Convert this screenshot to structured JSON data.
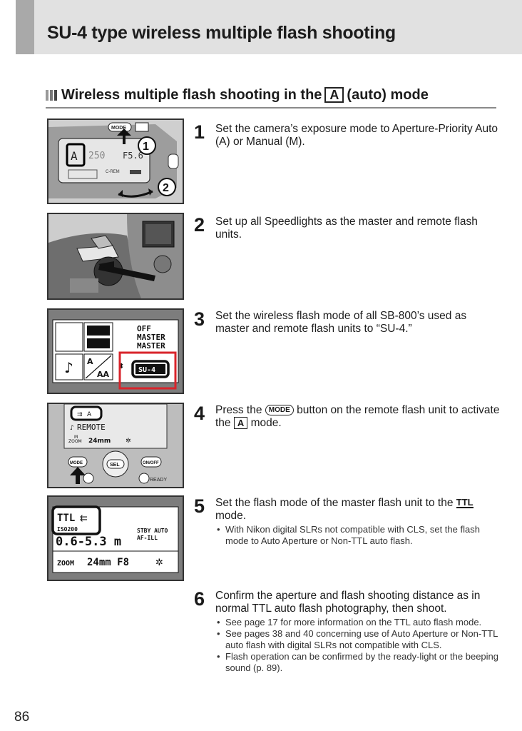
{
  "header": {
    "title": "SU-4 type wireless multiple flash shooting"
  },
  "section": {
    "prefix": "Wireless multiple flash shooting in the",
    "mode_box": "A",
    "suffix": "(auto) mode"
  },
  "figures": {
    "fig1": {
      "mode_button": "MODE",
      "callout_1": "1",
      "callout_2": "2",
      "lcd_mode": "A",
      "lcd_shutter": "250",
      "lcd_aperture": "F5.6",
      "lcd_label": "C-REM"
    },
    "fig3": {
      "menu_off": "OFF",
      "menu_master_1": "MASTER",
      "menu_master_2": "MASTER",
      "menu_selected": "SU-4",
      "lcd_a": "A",
      "lcd_aa": "AA"
    },
    "fig4": {
      "lcd_top_icon": "A",
      "lcd_remote": "REMOTE",
      "lcd_zoom": "ZOOM",
      "lcd_m": "M",
      "lcd_focal": "24mm",
      "btn_mode": "MODE",
      "btn_onoff": "ON/OFF",
      "btn_sel": "SEL",
      "ready": "READY"
    },
    "fig5": {
      "lcd_ttl": "TTL",
      "lcd_iso": "ISO200",
      "lcd_distance": "0.6-5.3 m",
      "lcd_stby": "STBY AUTO",
      "lcd_afill": "AF-ILL",
      "lcd_zoom": "ZOOM",
      "lcd_focal": "24mm F8"
    }
  },
  "steps": [
    {
      "number": "1",
      "text": "Set the camera’s exposure mode to Aperture-Priority Auto (A) or Manual (M)."
    },
    {
      "number": "2",
      "text": "Set up all Speedlights as the master and remote flash units."
    },
    {
      "number": "3",
      "text": "Set the wireless flash mode of all SB-800’s used as master and remote flash units to “SU-4.”"
    },
    {
      "number": "4",
      "text_before": "Press the",
      "button": "MODE",
      "text_middle": "button on the remote flash unit to activate the",
      "mode_box": "A",
      "text_after": "mode."
    },
    {
      "number": "5",
      "text_before": "Set the flash mode of the master flash unit to the",
      "ttl_icon": "TTL",
      "text_after": "mode.",
      "bullets": [
        "With Nikon digital SLRs not compatible with CLS, set the flash mode to Auto Aperture or Non-TTL auto flash."
      ]
    },
    {
      "number": "6",
      "text": "Confirm the aperture and flash shooting distance as in normal TTL auto flash photography, then shoot.",
      "bullets": [
        "See page 17 for more information on the TTL auto flash mode.",
        "See pages 38 and 40 concerning use of Auto Aperture or Non-TTL auto flash with digital SLRs not compatible with CLS.",
        "Flash operation can be confirmed by the ready-light or the beeping sound (p. 89)."
      ]
    }
  ],
  "page_number": "86",
  "colors": {
    "highlight_red": "#d8242b",
    "header_band": "#e1e1e1",
    "header_tab": "#a9a9a9"
  }
}
